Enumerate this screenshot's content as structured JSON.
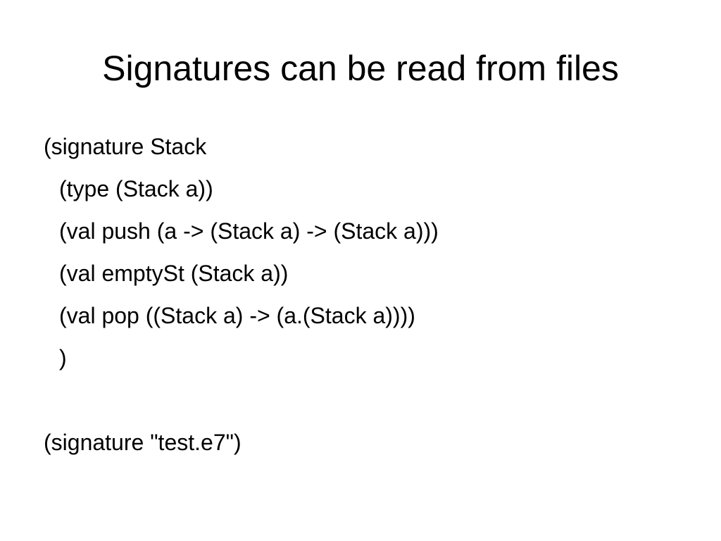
{
  "slide": {
    "title": "Signatures can be read from files",
    "code_lines": [
      "(signature Stack",
      "(type (Stack a))",
      "(val push (a -> (Stack a) -> (Stack a)))",
      "(val emptySt (Stack a))",
      "(val pop ((Stack a) -> (a.(Stack a))))",
      ")",
      "",
      "(signature \"test.e7\")"
    ]
  }
}
